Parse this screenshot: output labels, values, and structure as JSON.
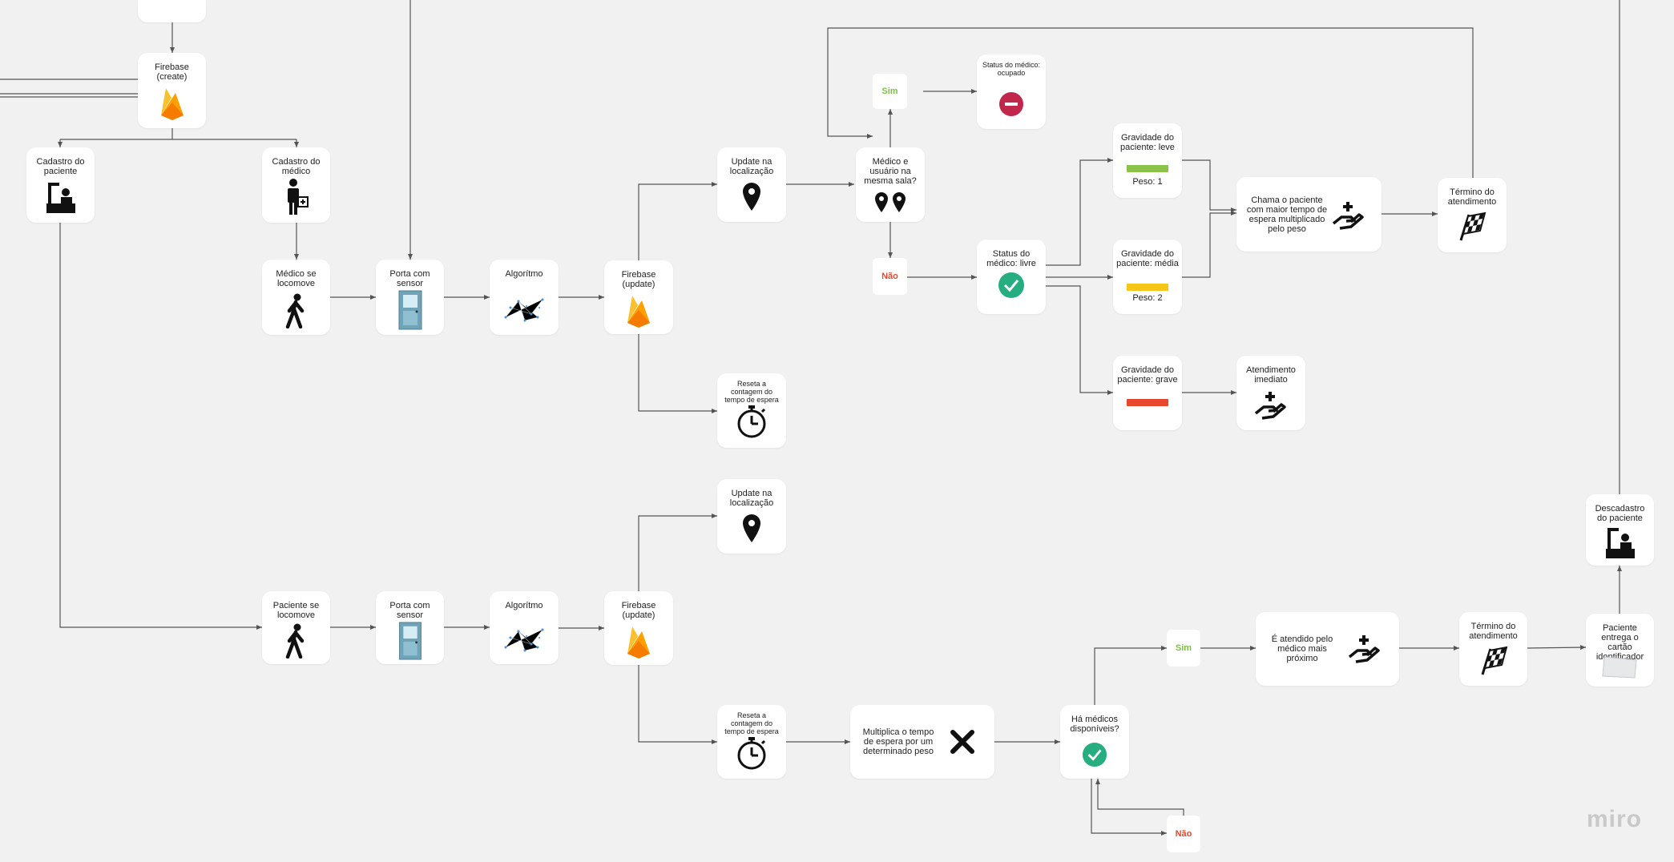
{
  "nodes": {
    "firebase_create": "Firebase (create)",
    "cadastro_paciente": "Cadastro do paciente",
    "cadastro_medico": "Cadastro do médico",
    "medico_locomove": "Médico se locomove",
    "porta_sensor_1": "Porta com sensor",
    "algoritmo_1": "Algorítmo",
    "firebase_update_1": "Firebase (update)",
    "update_localizacao_1": "Update na localização",
    "reseta_1": "Reseta a contagem do tempo de espera",
    "mesma_sala": "Médico e usuário na mesma sala?",
    "sim_1": "Sim",
    "nao_1": "Não",
    "status_ocupado": "Status do médico: ocupado",
    "status_livre": "Status do médico: livre",
    "gravidade_leve": "Gravidade do paciente: leve",
    "peso_1": "Peso: 1",
    "gravidade_media": "Gravidade do paciente: média",
    "peso_2": "Peso: 2",
    "gravidade_grave": "Gravidade do paciente: grave",
    "chama_paciente": "Chama o paciente com maior tempo de espera multiplicado pelo peso",
    "atendimento_imediato": "Atendimento imediato",
    "termino_1": "Término do atendimento",
    "paciente_locomove": "Paciente se locomove",
    "porta_sensor_2": "Porta com sensor",
    "algoritmo_2": "Algorítmo",
    "firebase_update_2": "Firebase (update)",
    "update_localizacao_2": "Update na localização",
    "reseta_2": "Reseta a contagem do tempo de espera",
    "multiplica": "Multiplica o tempo de espera por um determinado peso",
    "ha_medicos": "Há médicos disponíveis?",
    "sim_2": "Sim",
    "nao_2": "Não",
    "atendido_proximo": "É atendido pelo médico mais próximo",
    "termino_2": "Término do atendimento",
    "paciente_entrega": "Paciente entrega o cartão identificador",
    "descadastro": "Descadastro do paciente"
  },
  "colors": {
    "background": "#f1f1f1",
    "yes": "#7dc242",
    "no": "#e8472b",
    "leve": "#8bc34a",
    "media": "#f5c518",
    "grave": "#e8472b",
    "check": "#27ae80",
    "stop": "#c0274a"
  },
  "watermark": "miro"
}
